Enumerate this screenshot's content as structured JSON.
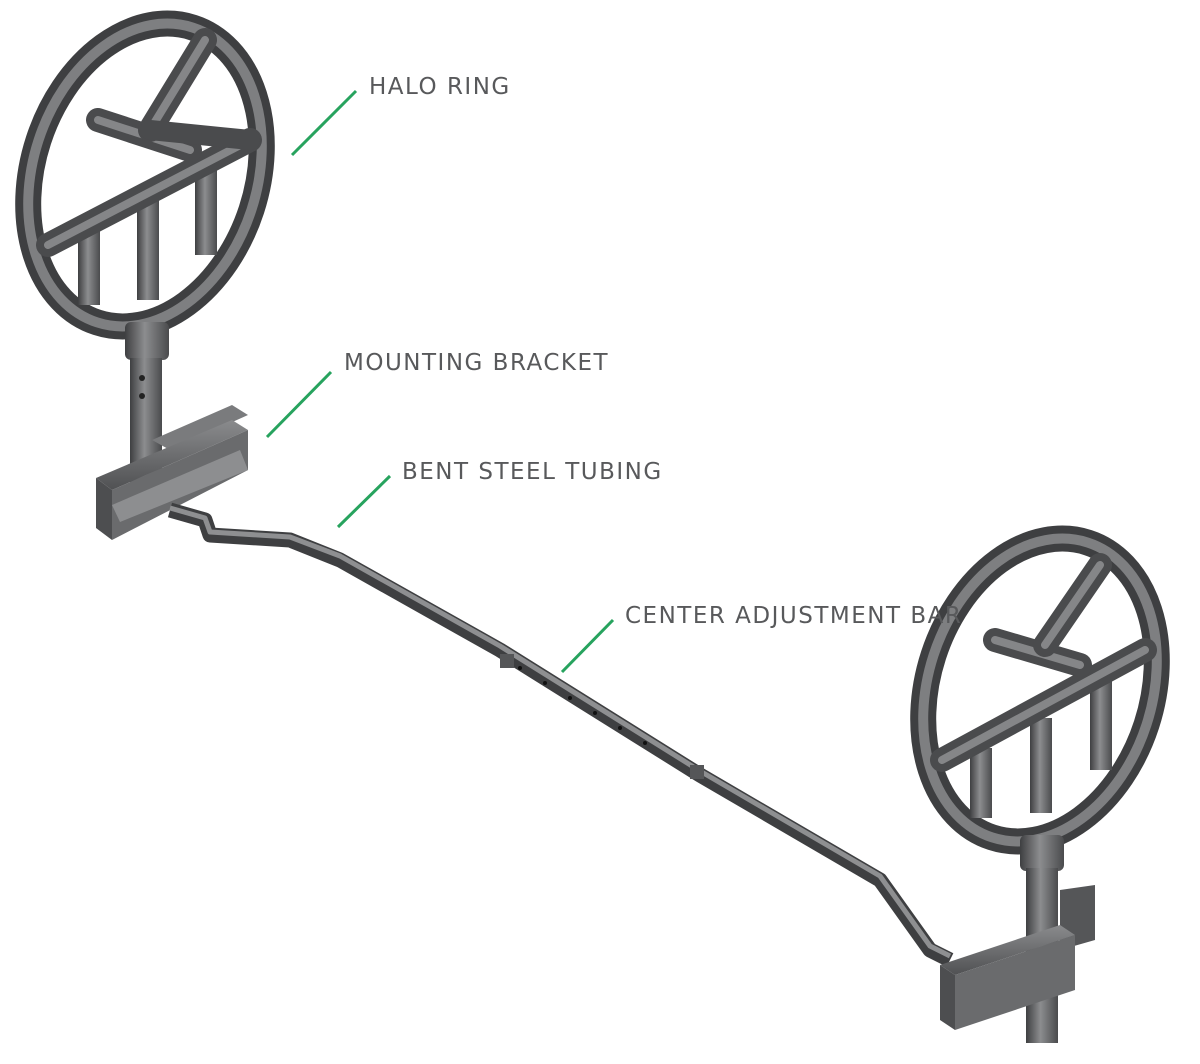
{
  "labels": {
    "halo_ring": "HALO RING",
    "mounting_bracket": "MOUNTING BRACKET",
    "bent_steel_tubing": "BENT STEEL TUBING",
    "center_adjustment_bar": "CENTER ADJUSTMENT BAR"
  },
  "colors": {
    "leader_line": "#27a35e",
    "label_text": "#58595b",
    "steel": "#6e6f71",
    "steel_dark": "#3e3f41",
    "steel_light": "#9a9b9d"
  }
}
